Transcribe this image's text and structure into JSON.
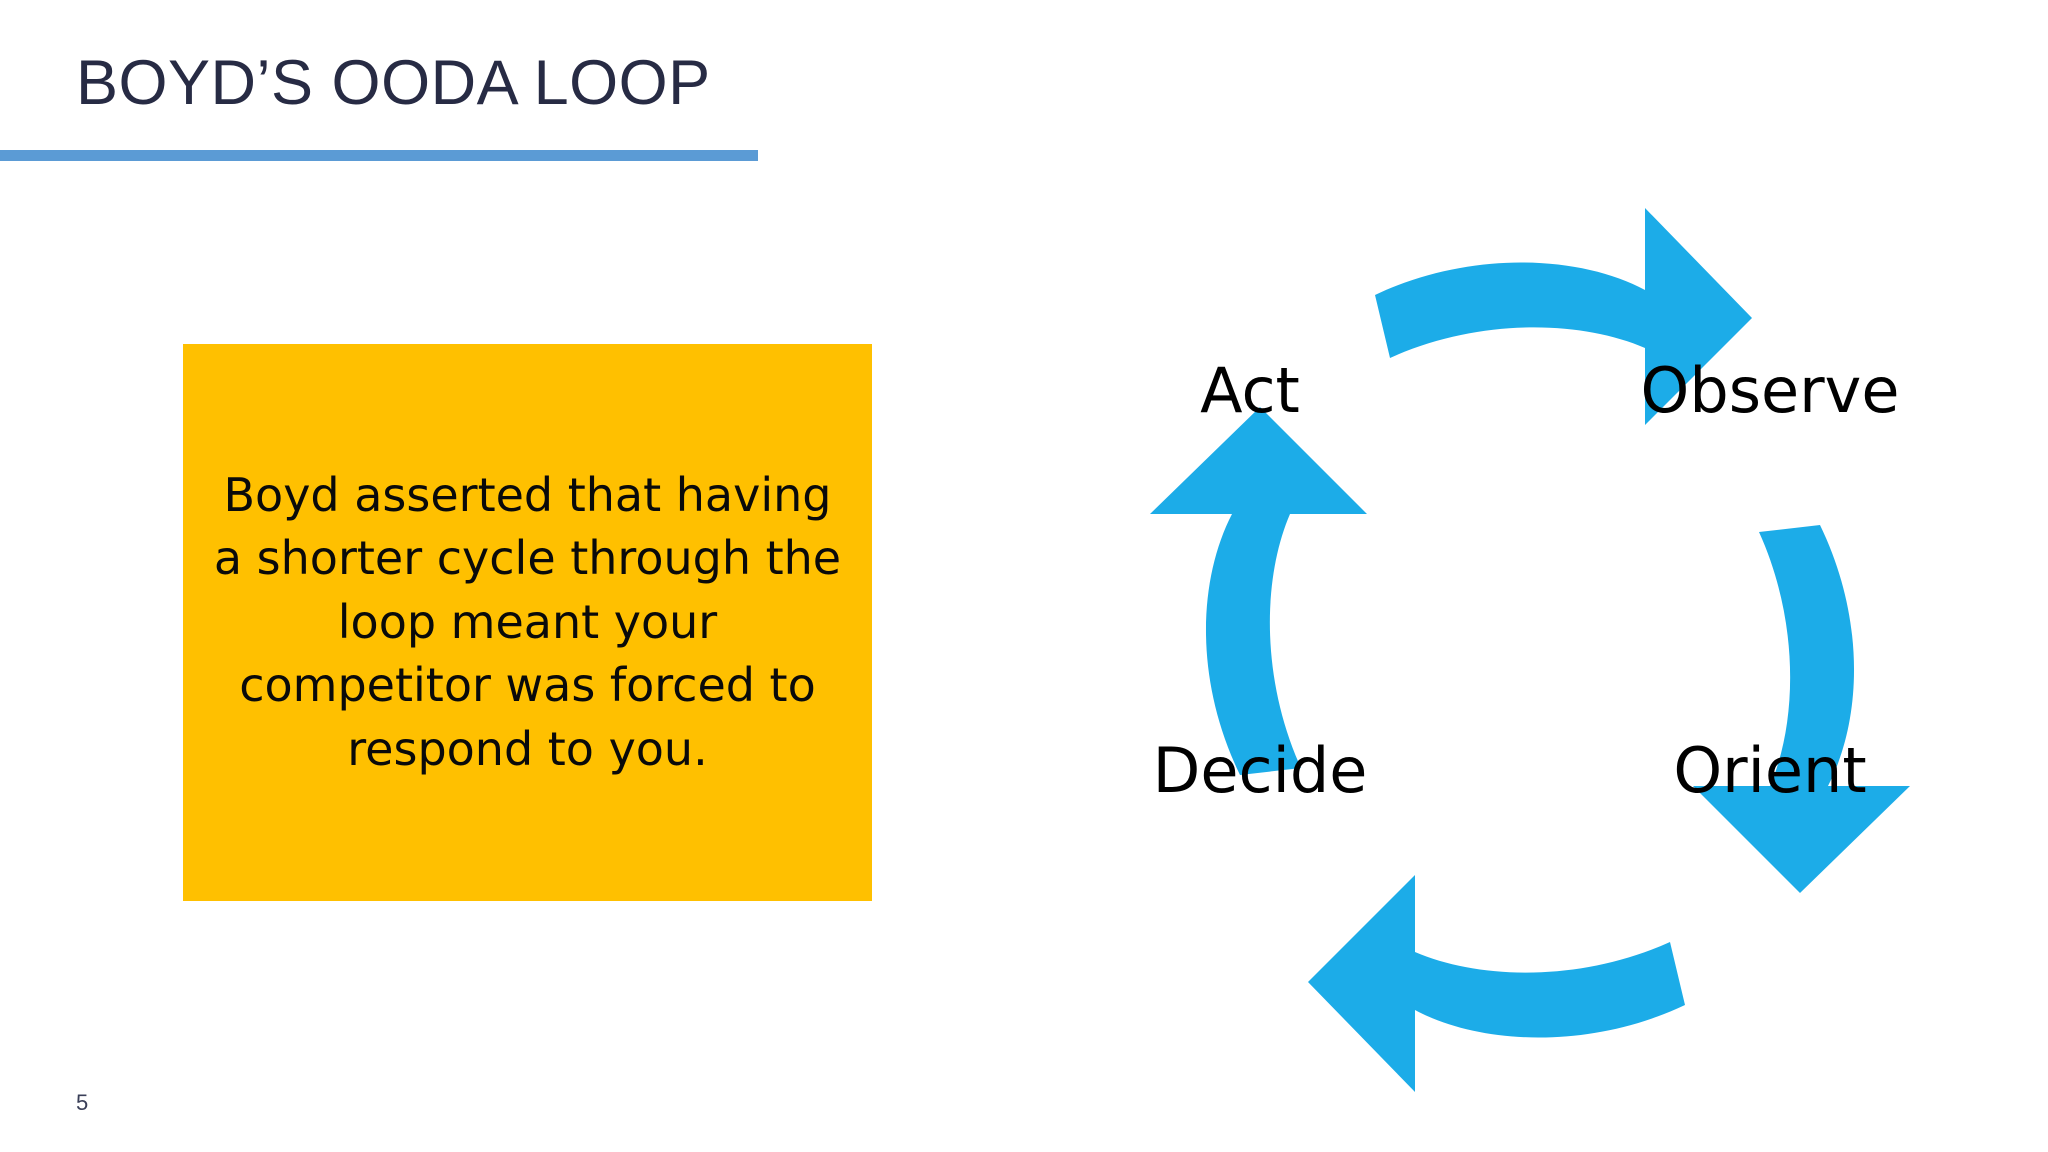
{
  "slide": {
    "title": "BOYD’S OODA LOOP",
    "number": "5",
    "background_color": "#FFFFFF",
    "title_color": "#272B44",
    "underline_color": "#5B9BD5"
  },
  "callout": {
    "text": "Boyd asserted that having a shorter cycle through the loop meant your competitor was forced to respond to you.",
    "background_color": "#FFC000",
    "text_color": "#0A0A0A"
  },
  "diagram": {
    "name": "ooda-loop-cycle",
    "arrow_color": "#1CACE8",
    "label_color": "#000000",
    "stages": [
      {
        "id": "act",
        "label": "Act",
        "position": "top-left"
      },
      {
        "id": "observe",
        "label": "Observe",
        "position": "top-right"
      },
      {
        "id": "orient",
        "label": "Orient",
        "position": "bottom-right"
      },
      {
        "id": "decide",
        "label": "Decide",
        "position": "bottom-left"
      }
    ],
    "arrows": [
      {
        "id": "arrow-act-to-observe",
        "direction": "right",
        "from": "Act",
        "to": "Observe"
      },
      {
        "id": "arrow-observe-to-orient",
        "direction": "down",
        "from": "Observe",
        "to": "Orient"
      },
      {
        "id": "arrow-orient-to-decide",
        "direction": "left",
        "from": "Orient",
        "to": "Decide"
      },
      {
        "id": "arrow-decide-to-act",
        "direction": "up",
        "from": "Decide",
        "to": "Act"
      }
    ]
  }
}
